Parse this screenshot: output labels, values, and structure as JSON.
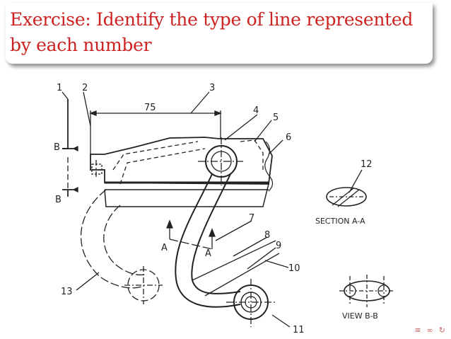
{
  "slide": {
    "title": "Exercise: Identify the type of line represented by each number"
  },
  "drawing": {
    "labels": {
      "l1": "1",
      "l2": "2",
      "l3": "3",
      "l4": "4",
      "l5": "5",
      "l6": "6",
      "l7": "7",
      "l8": "8",
      "l9": "9",
      "l10": "10",
      "l11": "11",
      "l12": "12",
      "l13": "13",
      "dim75": "75",
      "b_top": "B",
      "b_bottom": "B",
      "a_left": "A",
      "a_right": "A",
      "section_aa": "SECTION A-A",
      "view_bb": "VIEW B-B"
    }
  },
  "nav": {
    "icons": [
      "nav-arrow-icon",
      "align-icon",
      "loop-icon"
    ]
  }
}
